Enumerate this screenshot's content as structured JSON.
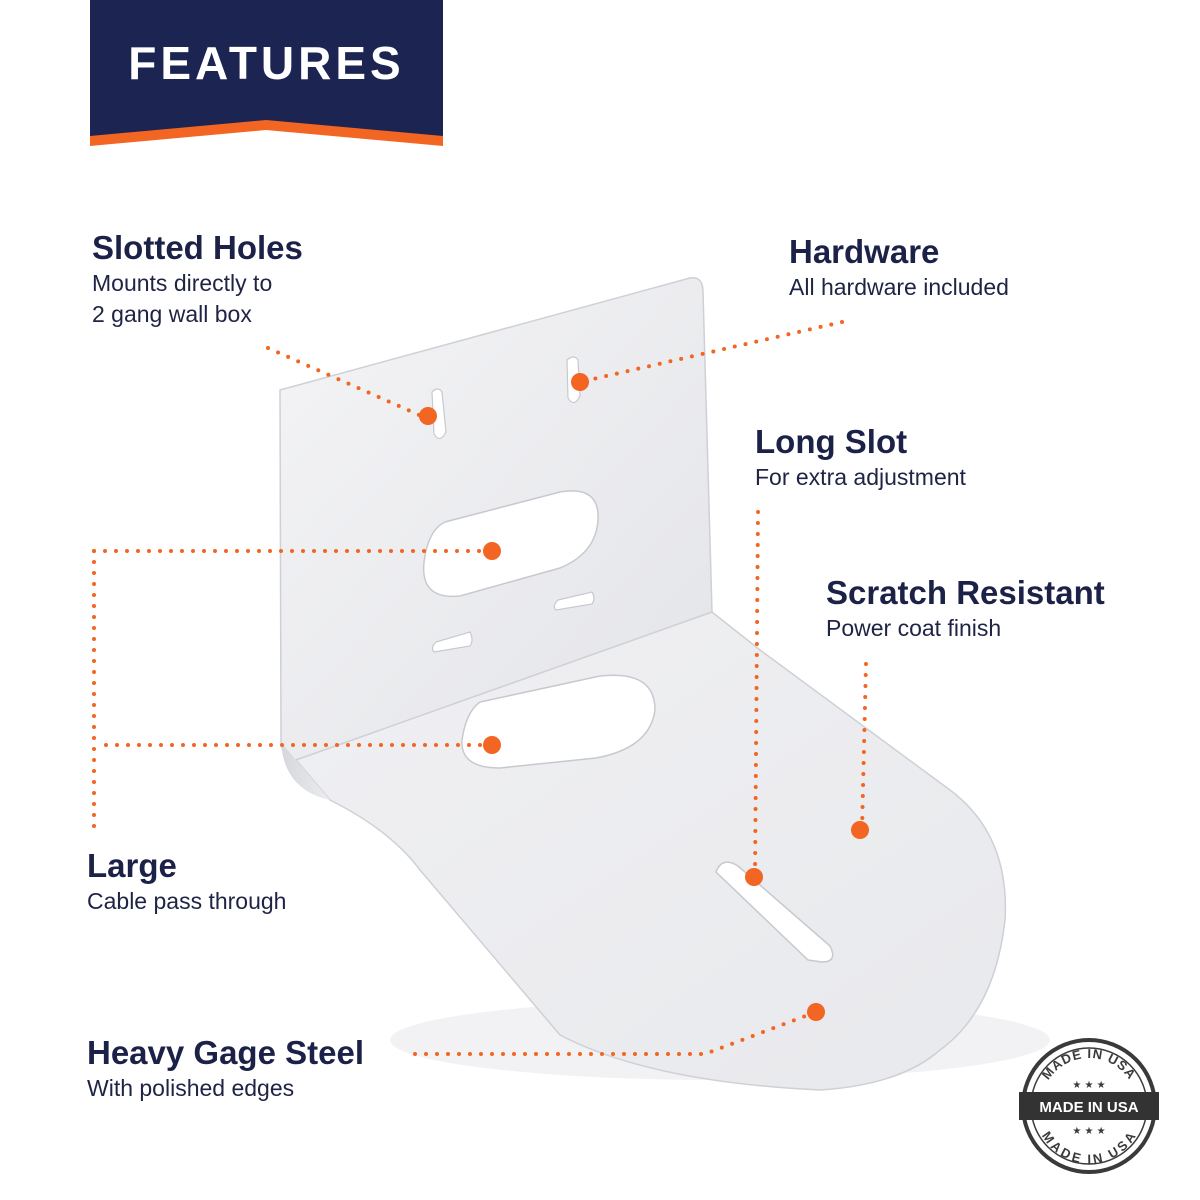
{
  "banner": {
    "title": "FEATURES"
  },
  "features": {
    "slotted_holes": {
      "title": "Slotted Holes",
      "desc_line1": "Mounts directly to",
      "desc_line2": "2 gang wall box"
    },
    "hardware": {
      "title": "Hardware",
      "desc": "All hardware included"
    },
    "long_slot": {
      "title": "Long Slot",
      "desc": "For extra adjustment"
    },
    "scratch_resistant": {
      "title": "Scratch Resistant",
      "desc": "Power coat finish"
    },
    "large": {
      "title": "Large",
      "desc": "Cable pass through"
    },
    "heavy_gage_steel": {
      "title": "Heavy Gage Steel",
      "desc": "With polished edges"
    }
  },
  "badge": {
    "top_text": "MADE IN USA",
    "center_text": "MADE IN USA",
    "bottom_text": "MADE IN USA",
    "stars": "★ ★ ★"
  },
  "colors": {
    "navy": "#1c2452",
    "accent_orange": "#f26522",
    "text_dark": "#1c2148"
  }
}
